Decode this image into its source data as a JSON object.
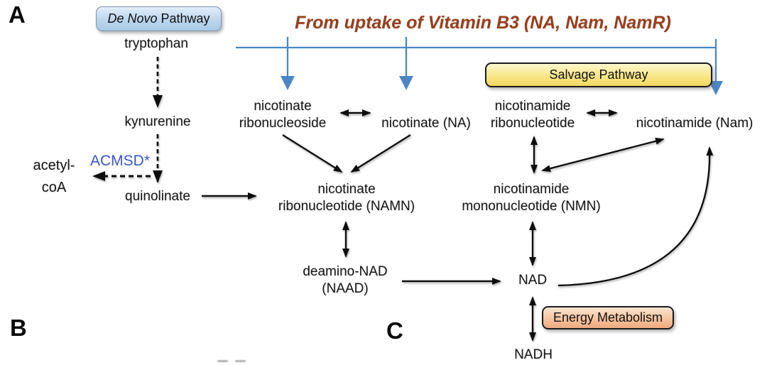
{
  "panel_labels": {
    "a": "A",
    "b": "B",
    "c": "C"
  },
  "title": "From uptake of Vitamin B3 (NA, Nam, NamR)",
  "boxes": {
    "de_novo": {
      "label_italic": "De Novo",
      "label_rest": " Pathway",
      "fill_top": "#e2eefa",
      "fill_bottom": "#a9cae6"
    },
    "salvage": {
      "label": "Salvage Pathway",
      "fill_top": "#fdf6cd",
      "fill_bottom": "#f2d75f"
    },
    "energy": {
      "label": "Energy Metabolism",
      "fill_top": "#fae4d0",
      "fill_bottom": "#efaa7e"
    }
  },
  "nodes": {
    "tryptophan": {
      "label": "tryptophan"
    },
    "kynurenine": {
      "label": "kynurenine"
    },
    "quinolinate": {
      "label": "quinolinate"
    },
    "acetyl_coa": {
      "line1": "acetyl-",
      "line2": "coA"
    },
    "nicotinate_ribonucleoside": {
      "line1": "nicotinate",
      "line2": "ribonucleoside"
    },
    "nicotinate_na": {
      "label": "nicotinate (NA)"
    },
    "nicotinamide_ribonucleotide": {
      "line1": "nicotinamide",
      "line2": "ribonucleotide"
    },
    "nicotinamide_nam": {
      "label": "nicotinamide (Nam)"
    },
    "namn": {
      "line1": "nicotinate",
      "line2": "ribonucleotide (NAMN)"
    },
    "nmn": {
      "line1": "nicotinamide",
      "line2": "mononucleotide (NMN)"
    },
    "naad": {
      "line1": "deamino-NAD",
      "line2": "(NAAD)"
    },
    "nad": {
      "label": "NAD"
    },
    "nadh": {
      "label": "NADH"
    }
  },
  "enzymes": {
    "acmsd": {
      "label": "ACMSD*",
      "color": "#3a57c6"
    }
  },
  "colors": {
    "uptake_blue": "#4d86c6",
    "title_red": "#963f1e",
    "arrow_black": "#111111"
  }
}
